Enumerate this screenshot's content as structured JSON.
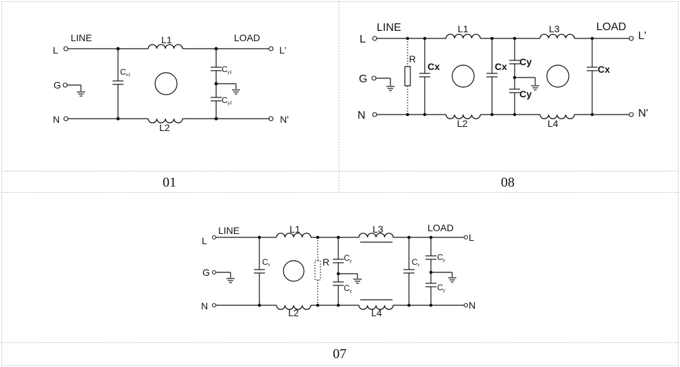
{
  "panels": [
    {
      "id": "01",
      "labels": {
        "line": "LINE",
        "load": "LOAD",
        "l_in": "L",
        "g_in": "G",
        "n_in": "N",
        "l_out": "L'",
        "n_out": "N'",
        "coil_top": "L1",
        "coil_bot": "L2",
        "cx": "C",
        "cx_sub": "x1",
        "cy1": "C",
        "cy1_sub": "y1",
        "cy2": "C",
        "cy2_sub": "y2"
      }
    },
    {
      "id": "08",
      "labels": {
        "line": "LINE",
        "load": "LOAD",
        "l_in": "L",
        "g_in": "G",
        "n_in": "N",
        "l_out": "L'",
        "n_out": "N'",
        "coil1": "L1",
        "coil2": "L2",
        "coil3": "L3",
        "coil4": "L4",
        "r": "R",
        "cx": "Cx",
        "cy": "Cy"
      }
    },
    {
      "id": "07",
      "labels": {
        "line": "LINE",
        "load": "LOAD",
        "l_in": "L",
        "g_in": "G",
        "n_in": "N",
        "l_out": "L",
        "n_out": "N",
        "coil1": "L1",
        "coil2": "L2",
        "coil3": "L3",
        "coil4": "L4",
        "r": "R",
        "cx": "C",
        "cx_sub": "x",
        "cy": "C",
        "cy_sub": "y"
      }
    }
  ]
}
